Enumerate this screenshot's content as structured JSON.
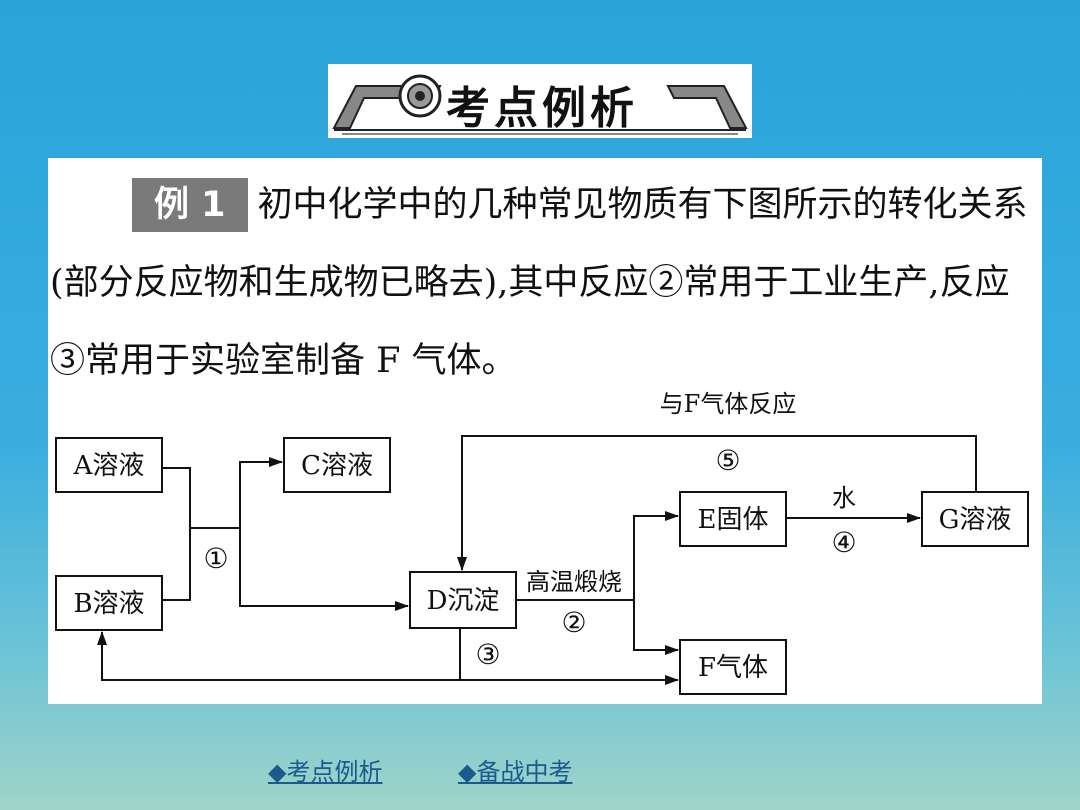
{
  "banner": {
    "title": "考点例析"
  },
  "example": {
    "badge": "例 1",
    "text": "初中化学中的几种常见物质有下图所示的转化关系(部分反应物和生成物已略去),其中反应②常用于工业生产,反应③常用于实验室制备 F 气体。"
  },
  "diagram": {
    "boxes": {
      "a": "A溶液",
      "b": "B溶液",
      "c": "C溶液",
      "d": "D沉淀",
      "e": "E固体",
      "f": "F气体",
      "g": "G溶液"
    },
    "labels": {
      "r1": "①",
      "r2_cond": "高温煅烧",
      "r2": "②",
      "r3": "③",
      "r4_cond": "水",
      "r4": "④",
      "r5_cond": "与F气体反应",
      "r5": "⑤"
    }
  },
  "nav": {
    "links": [
      "◆考点例析",
      "◆备战中考"
    ],
    "accent": "#1a5a8c"
  }
}
